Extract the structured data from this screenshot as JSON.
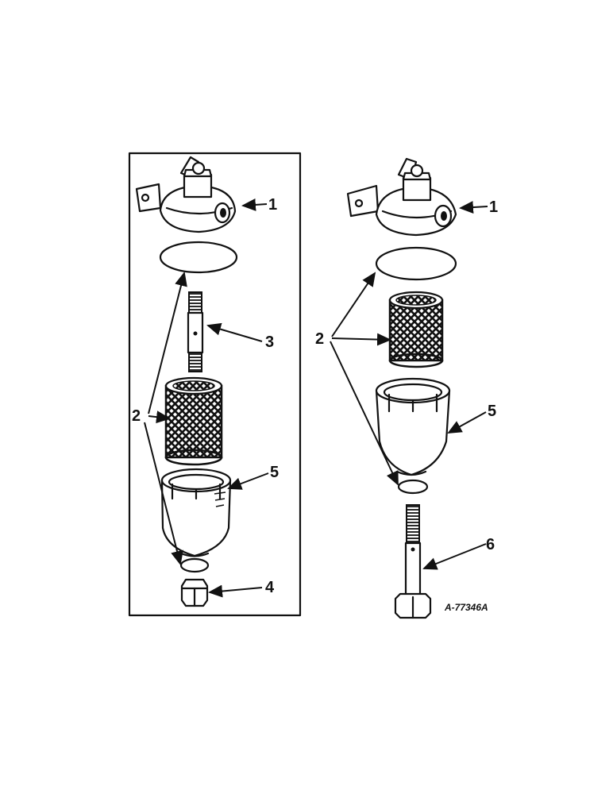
{
  "callouts": {
    "left": {
      "c1": "1",
      "c2": "2",
      "c3": "3",
      "c4": "4",
      "c5": "5"
    },
    "right": {
      "c1": "1",
      "c2": "2",
      "c5": "5",
      "c6": "6"
    }
  },
  "figure_id": "A-77346A",
  "colors": {
    "ink": "#111111",
    "background": "#ffffff"
  }
}
